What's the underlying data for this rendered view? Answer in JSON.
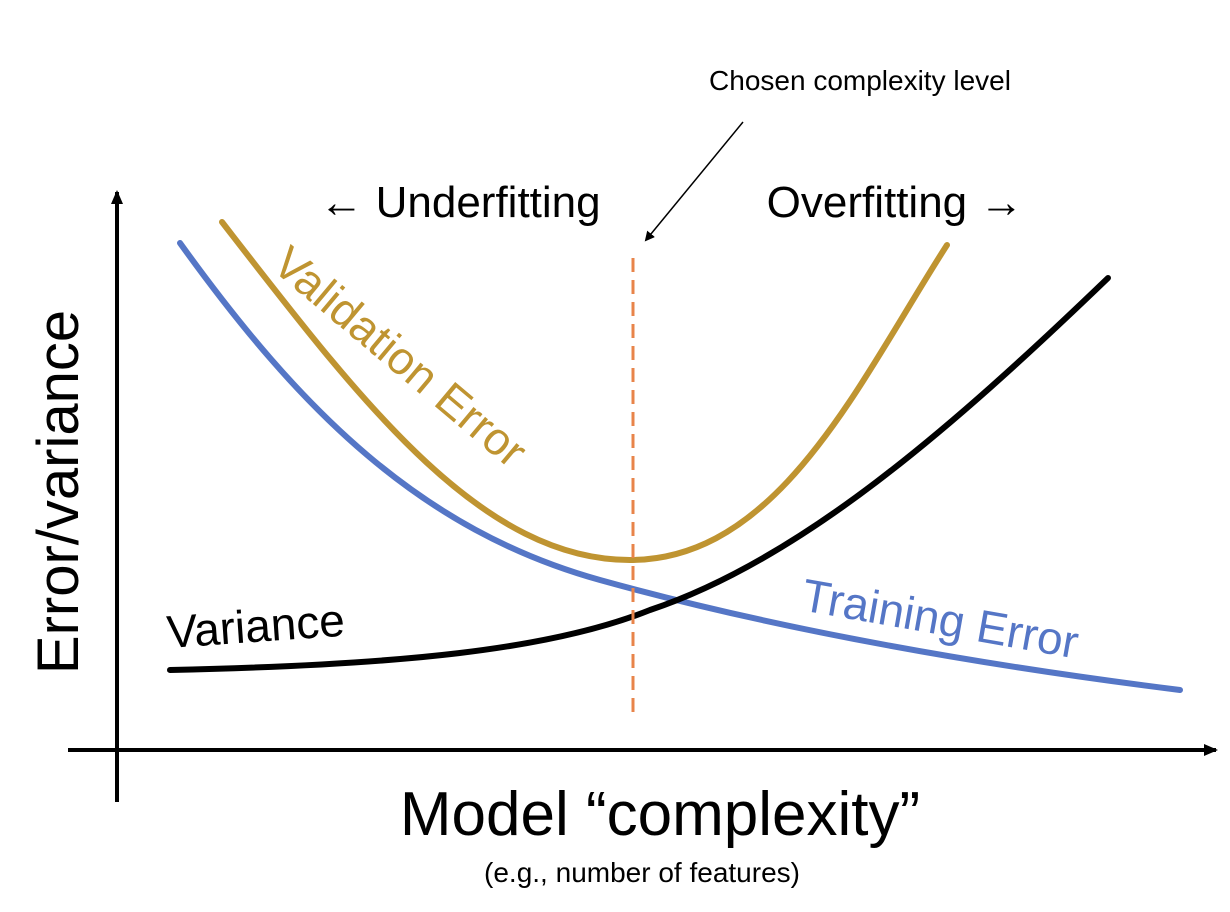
{
  "diagram": {
    "title_annotation": "Chosen complexity level",
    "underfitting_label": "← Underfitting",
    "overfitting_label": "Overfitting →",
    "y_axis_label": "Error/variance",
    "x_axis_label": "Model “complexity”",
    "x_axis_sublabel": "(e.g., number of features)",
    "curves": {
      "validation": {
        "label": "Validation Error",
        "color": "#BF9431"
      },
      "training": {
        "label": "Training Error",
        "color": "#5576C6"
      },
      "variance": {
        "label": "Variance",
        "color": "#000000"
      }
    },
    "chosen_line_color": "#E8844A",
    "axis_color": "#000000"
  }
}
